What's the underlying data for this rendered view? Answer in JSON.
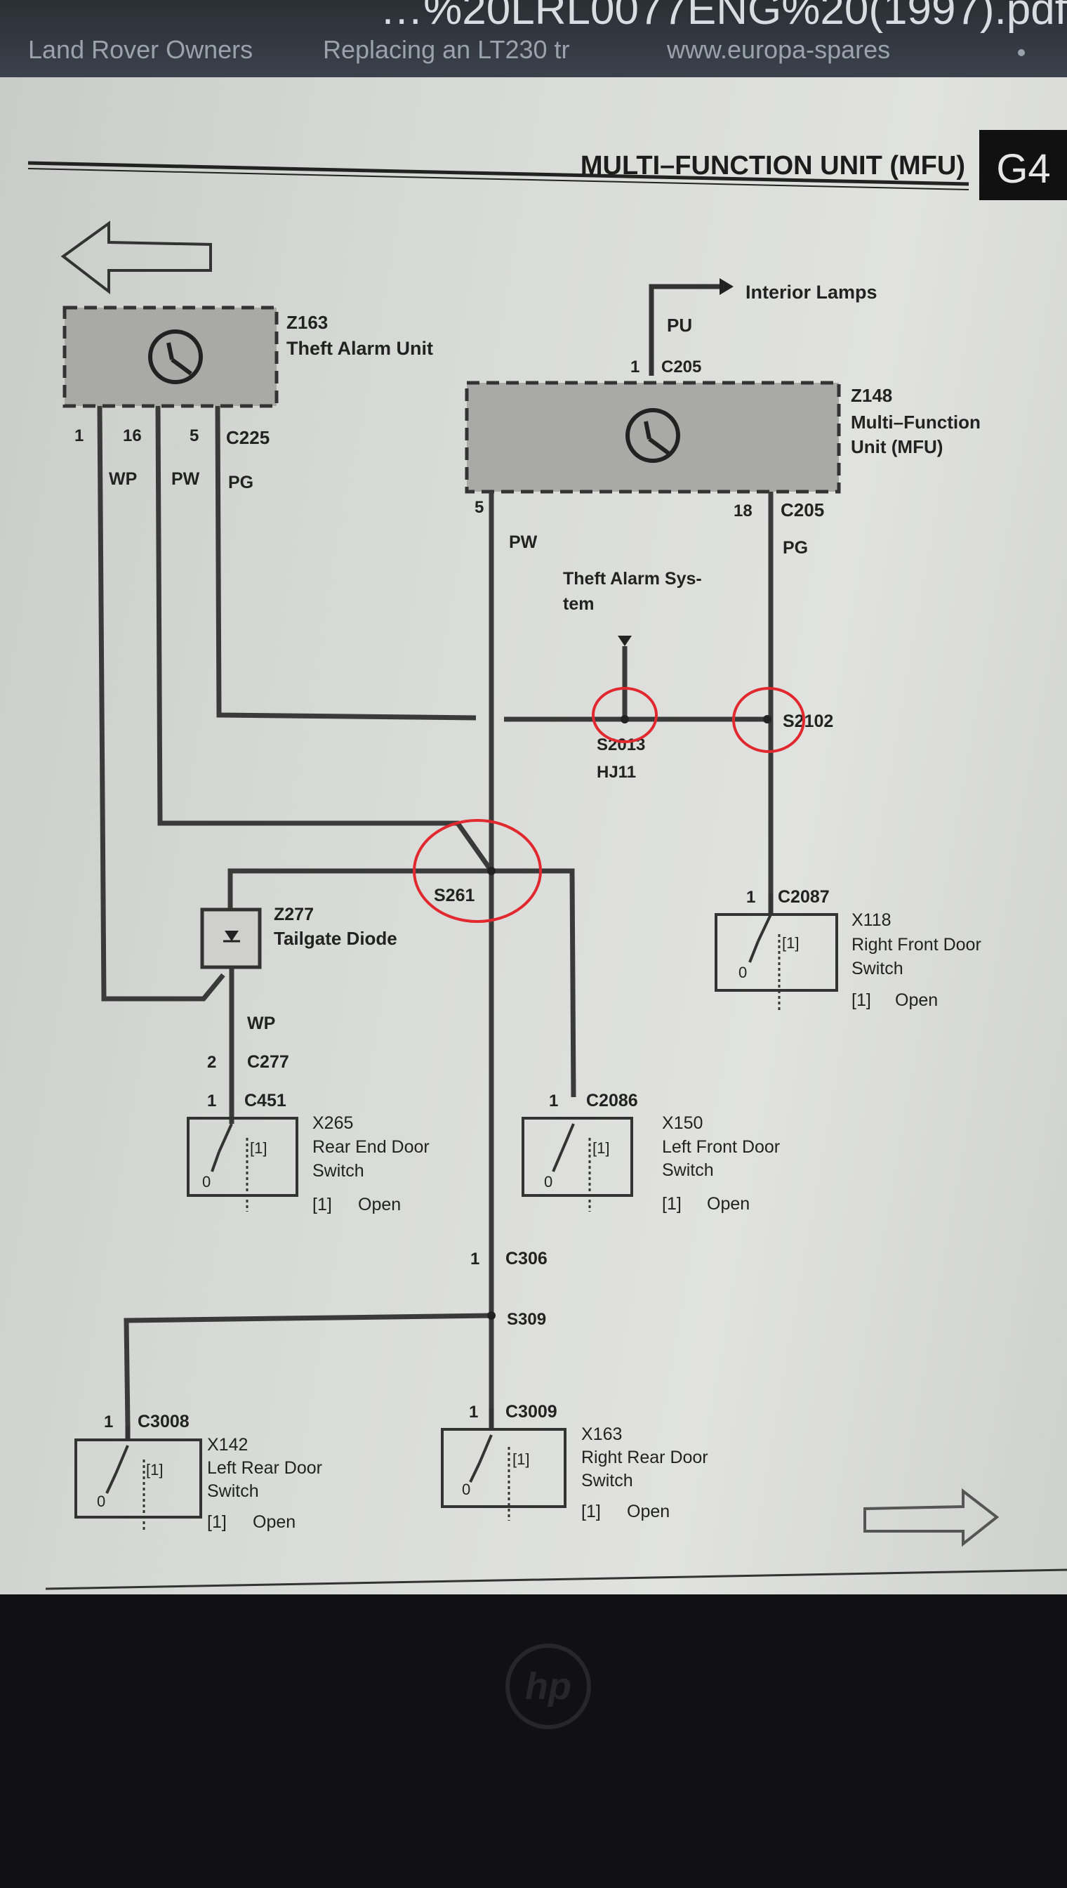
{
  "browser": {
    "title": "…%20LRL0077ENG%20(1997).pdf",
    "bookmarks": [
      "Land Rover Owners",
      "Replacing an LT230 tr",
      "www.europa-spares"
    ]
  },
  "page": {
    "title": "MULTI–FUNCTION UNIT (MFU)",
    "tab": "G4"
  },
  "components": {
    "z163": {
      "id": "Z163",
      "name": "Theft Alarm Unit"
    },
    "z148": {
      "id": "Z148",
      "name1": "Multi–Function",
      "name2": "Unit (MFU)"
    },
    "z277": {
      "id": "Z277",
      "name": "Tailgate Diode"
    },
    "x118": {
      "id": "X118",
      "name1": "Right Front Door",
      "name2": "Switch",
      "note": "[1]",
      "state": "Open",
      "switch_label": "[1]",
      "zero": "0",
      "pin": "1",
      "connector": "C2087"
    },
    "x265": {
      "id": "X265",
      "name1": "Rear End Door",
      "name2": "Switch",
      "note": "[1]",
      "state": "Open",
      "switch_label": "[1]",
      "zero": "0",
      "pin": "1",
      "connector": "C451"
    },
    "x150": {
      "id": "X150",
      "name1": "Left Front Door",
      "name2": "Switch",
      "note": "[1]",
      "state": "Open",
      "switch_label": "[1]",
      "zero": "0",
      "pin": "1",
      "connector": "C2086"
    },
    "x142": {
      "id": "X142",
      "name1": "Left Rear Door",
      "name2": "Switch",
      "note": "[1]",
      "state": "Open",
      "switch_label": "[1]",
      "zero": "0",
      "pin": "1",
      "connector": "C3008"
    },
    "x163": {
      "id": "X163",
      "name1": "Right Rear Door",
      "name2": "Switch",
      "note": "[1]",
      "state": "Open",
      "switch_label": "[1]",
      "zero": "0",
      "pin": "1",
      "connector": "C3009"
    }
  },
  "labels": {
    "interior_lamps": "Interior Lamps",
    "pu": "PU",
    "pin_c205_top": "1",
    "c205_top": "C205",
    "pin1": "1",
    "pin16": "16",
    "pin5": "5",
    "c225": "C225",
    "wp": "WP",
    "pw": "PW",
    "pg": "PG",
    "mfu_pin5": "5",
    "mfu_pw": "PW",
    "mfu_pin18": "18",
    "c205_right": "C205",
    "mfu_pg": "PG",
    "theft_alarm_sys1": "Theft Alarm Sys-",
    "theft_alarm_sys2": "tem",
    "s2013": "S2013",
    "hj11": "HJ11",
    "s2102": "S2102",
    "s261": "S261",
    "wp_lower": "WP",
    "pin2": "2",
    "c277": "C277",
    "pin_c306": "1",
    "c306": "C306",
    "s309": "S309"
  },
  "nav": {
    "prev": "previous-page-arrow",
    "next": "next-page-arrow"
  },
  "annotations": {
    "color": "#e0282e",
    "count": 3
  },
  "laptop_brand": "hp"
}
